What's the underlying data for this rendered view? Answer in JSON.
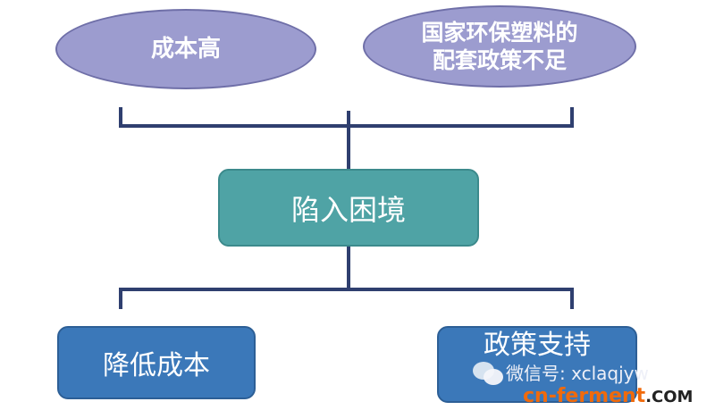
{
  "nodes": {
    "cause_1": "成本高",
    "cause_2_line1": "国家环保塑料的",
    "cause_2_line2": "配套政策不足",
    "center": "陷入困境",
    "solution_1": "降低成本",
    "solution_2": "政策支持"
  },
  "watermark": {
    "wechat": "微信号: xclaqjyw",
    "site_brand": "cn-ferment",
    "site_tld": ".COM"
  },
  "colors": {
    "ellipse": "#9c9ccf",
    "center_box": "#4fa3a5",
    "solution_box": "#3b78b9",
    "connector": "#2f3f6f"
  }
}
